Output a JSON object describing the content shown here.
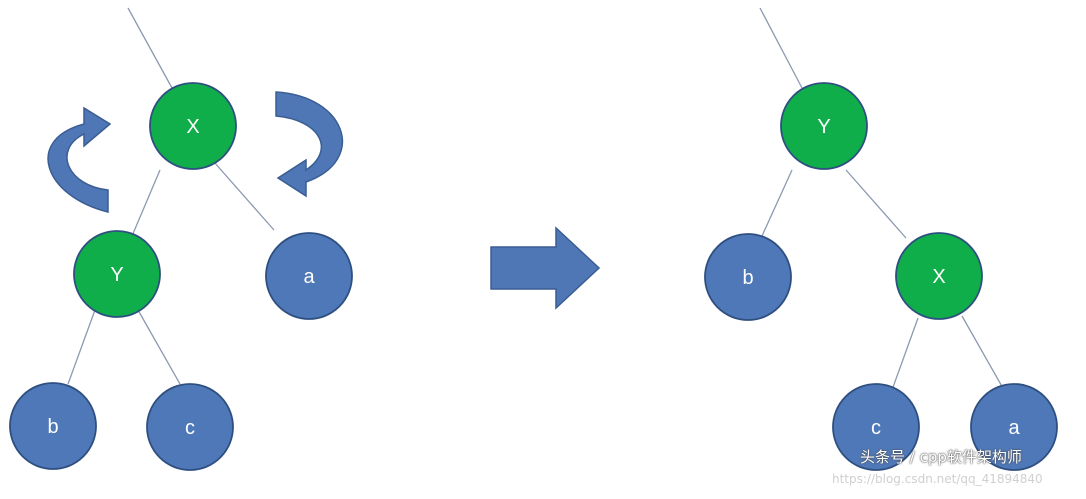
{
  "colors": {
    "green_node": "#0fae4a",
    "blue_node": "#4f78b8",
    "node_stroke": "#2e4f80",
    "edge": "#8c9ab0",
    "arrow_fill": "#4f77b6",
    "arrow_stroke": "#3a5d94"
  },
  "before": {
    "nodes": {
      "x": "X",
      "y": "Y",
      "a": "a",
      "b": "b",
      "c": "c"
    }
  },
  "after": {
    "nodes": {
      "y": "Y",
      "b": "b",
      "x": "X",
      "c": "c",
      "a": "a"
    }
  },
  "icons": {
    "rotate_left": "curved-arrow-icon",
    "rotate_right": "curved-arrow-icon",
    "transform": "right-arrow-icon"
  },
  "watermark": {
    "line1": "头条号 / cpp软件架构师",
    "line2": "https://blog.csdn.net/qq_41894840"
  }
}
